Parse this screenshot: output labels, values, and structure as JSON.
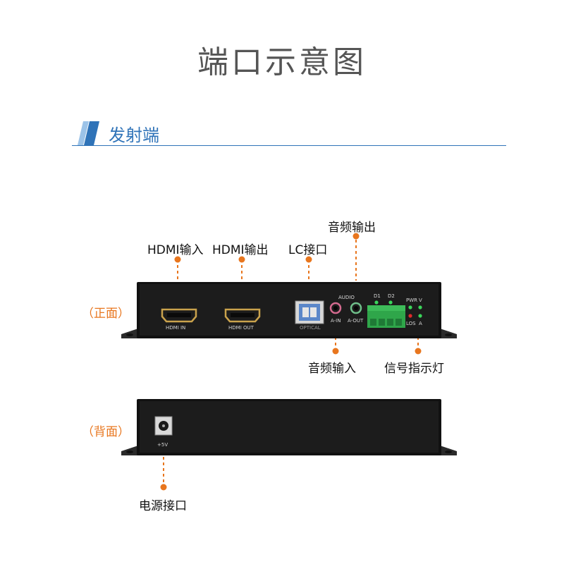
{
  "page": {
    "title": "端口示意图",
    "section": "发射端"
  },
  "front": {
    "side_label": "（正面）",
    "callouts": {
      "hdmi_in": "HDMI输入",
      "hdmi_out": "HDMI输出",
      "lc": "LC接口",
      "audio_out": "音频输出",
      "audio_in": "音频输入",
      "indicator": "信号指示灯"
    },
    "panel": {
      "hdmi_in": "HDMI IN",
      "hdmi_out": "HDMI OUT",
      "optical": "OPTICAL",
      "audio": "AUDIO",
      "a_in": "A-IN",
      "a_out": "A-OUT",
      "d1": "D1",
      "d2": "D2",
      "pwr": "PWR",
      "v": "V",
      "los": "LOS",
      "a": "A"
    }
  },
  "back": {
    "side_label": "（背面）",
    "callouts": {
      "power": "电源接口"
    },
    "panel": {
      "plus5v": "+5V"
    }
  },
  "colors": {
    "accent": "#e8761e",
    "section_blue": "#2f73b8",
    "device": "#1c1c1c",
    "terminal_green": "#2fa64a"
  }
}
